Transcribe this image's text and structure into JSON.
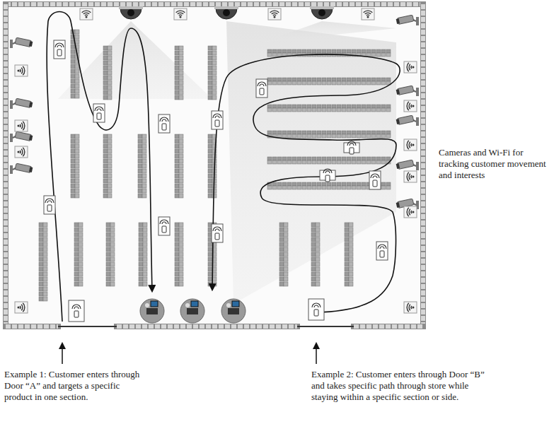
{
  "diagram": {
    "labels": [
      "Cameras and Wi-Fi for tracking customer movement and interests",
      "Example 1: Customer enters through Door “A” and targets a specific product in one section.",
      "Example 2: Customer enters through Door “B” and takes specific path through store while staying within a specific section or side."
    ]
  }
}
